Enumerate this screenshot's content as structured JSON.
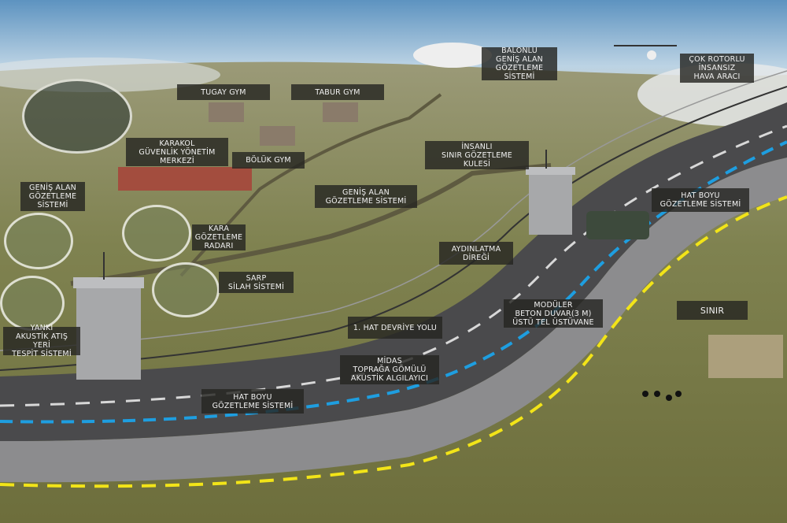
{
  "labels": {
    "tugay_gym": "TUGAY GYM",
    "tabur_gym": "TABUR GYM",
    "balloon": "BALONLU\nGENİŞ ALAN\nGÖZETLEME\nSİSTEMİ",
    "drone": "ÇOK ROTORLU\nİNSANSIZ\nHAVA ARACI",
    "karakol": "KARAKOL\nGÜVENLİK YÖNETİM\nMERKEZİ",
    "boluk_gym": "BÖLÜK GYM",
    "manned_tower": "İNSANLI\nSINIR GÖZETLEME\nKULESİ",
    "wide_area_left": "GENİŞ ALAN\nGÖZETLEME\nSİSTEMİ",
    "wide_area_center": "GENİŞ ALAN\nGÖZETLEME SİSTEMİ",
    "line_surveillance_right": "HAT BOYU\nGÖZETLEME SİSTEMİ",
    "ground_radar": "KARA\nGÖZETLEME\nRADARI",
    "lighting_pole": "AYDINLATMA\nDİREĞİ",
    "sarp": "SARP\nSİLAH SİSTEMİ",
    "yanki": "YANKI\nAKUSTİK ATIŞ YERİ\nTESPİT SİSTEMİ",
    "patrol_road": "1. HAT DEVRİYE YOLU",
    "concrete_wall": "MODÜLER\nBETON DUVAR(3 M)\nÜSTÜ TEL ÜSTÜVANE",
    "border": "SINIR",
    "midas": "MİDAS\nTOPRAĞA GÖMÜLÜ\nAKUSTİK ALGILAYICI",
    "line_surveillance_bottom": "HAT BOYU\nGÖZETLEME SİSTEMİ"
  },
  "colors": {
    "road": "#4a4a4c",
    "wall": "#8c8c8e",
    "border_line": "#f2e418",
    "sensor_line": "#1e9ee0",
    "terrain": "#7d7d4e"
  }
}
